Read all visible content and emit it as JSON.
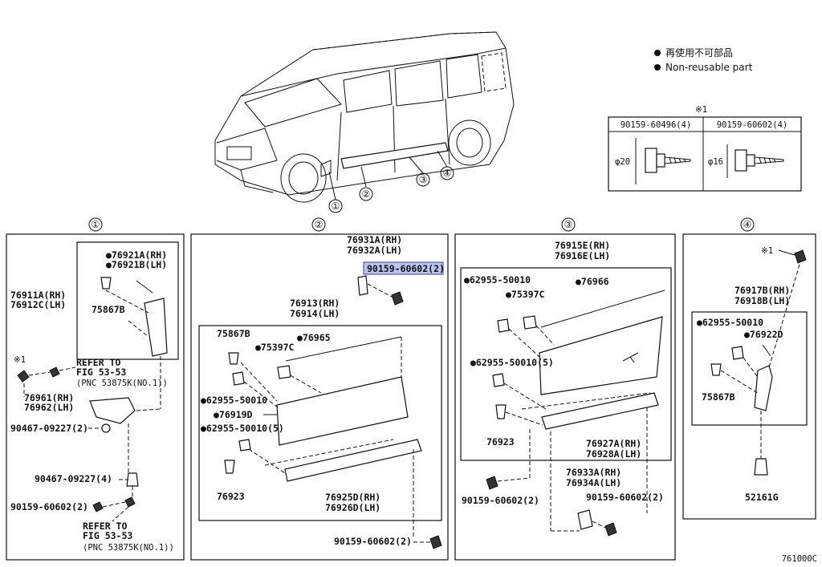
{
  "legend": {
    "jp_text": "再使用不可部品",
    "en_text": "Non-reusable part"
  },
  "fastener_table": {
    "note_mark": "※1",
    "col1_header": "90159-60496(4)",
    "col2_header": "90159-60602(4)",
    "col1_dim": "φ20",
    "col2_dim": "φ16"
  },
  "vehicle_callouts": [
    "①",
    "②",
    "③",
    "④"
  ],
  "panel1": {
    "number": "①",
    "l_76921A": "●76921A(RH)",
    "l_76921B": "●76921B(LH)",
    "l_76911A": "76911A(RH)",
    "l_76912C": "76912C(LH)",
    "l_75867B": "75867B",
    "l_note": "※1",
    "l_refer_top_1": "REFER TO",
    "l_refer_top_2": "FIG 53-53",
    "l_refer_top_3": "(PNC 53875K(NO.1))",
    "l_76961": "76961(RH)",
    "l_76962": "76962(LH)",
    "l_90467a": "90467-09227(2)",
    "l_90467b": "90467-09227(4)",
    "l_90159": "90159-60602(2)",
    "l_refer_bot_1": "REFER TO",
    "l_refer_bot_2": "FIG 53-53",
    "l_refer_bot_3": "(PNC 53875K(NO.1))"
  },
  "panel2": {
    "number": "②",
    "l_76931A": "76931A(RH)",
    "l_76932A": "76932A(LH)",
    "l_90159_hl": "90159-60602(2)",
    "l_76913": "76913(RH)",
    "l_76914": "76914(LH)",
    "l_75867B": "75867B",
    "l_76965": "●76965",
    "l_75397C": "●75397C",
    "l_62955a": "●62955-50010",
    "l_76919D": "●76919D",
    "l_62955b": "●62955-50010(5)",
    "l_76923": "76923",
    "l_76925D": "76925D(RH)",
    "l_76926D": "76926D(LH)",
    "l_90159_bot": "90159-60602(2)"
  },
  "panel3": {
    "number": "③",
    "l_76915E": "76915E(RH)",
    "l_76916E": "76916E(LH)",
    "l_62955a": "●62955-50010",
    "l_76966": "●76966",
    "l_75397C": "●75397C",
    "l_62955b": "●62955-50010(5)",
    "l_76923": "76923",
    "l_76927A": "76927A(RH)",
    "l_76928A": "76928A(LH)",
    "l_76933A": "76933A(RH)",
    "l_76934A": "76934A(LH)",
    "l_90159a": "90159-60602(2)",
    "l_90159b": "90159-60602(2)"
  },
  "panel4": {
    "number": "④",
    "l_note": "※1",
    "l_76917B": "76917B(RH)",
    "l_76918B": "76918B(LH)",
    "l_62955": "●62955-50010",
    "l_76922D": "●76922D",
    "l_75867B": "75867B",
    "l_52161G": "52161G"
  },
  "figure_code": "761000C"
}
